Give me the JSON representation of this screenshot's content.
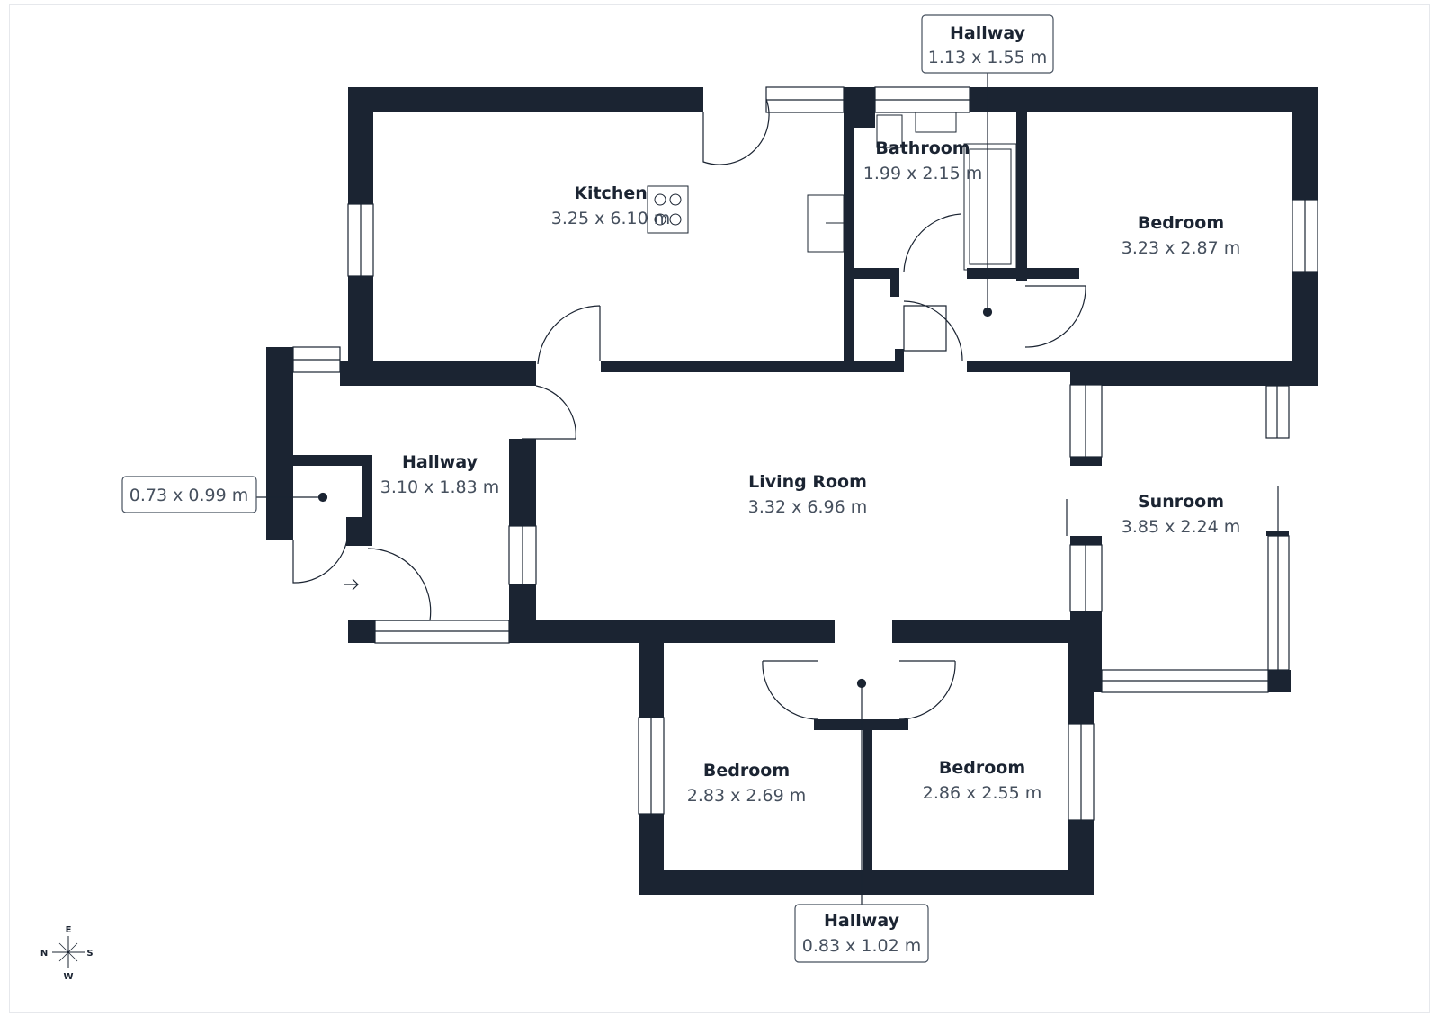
{
  "colors": {
    "wall": "#1b2432",
    "text": "#1b2432",
    "dim_text": "#46505e",
    "background": "#ffffff",
    "label_border": "#46505e"
  },
  "rooms": {
    "kitchen": {
      "name": "Kitchen",
      "dims": "3.25 x 6.10 m"
    },
    "bathroom": {
      "name": "Bathroom",
      "dims": "1.99 x 2.15 m"
    },
    "bedroom_top": {
      "name": "Bedroom",
      "dims": "3.23 x 2.87 m"
    },
    "hallway_left": {
      "name": "Hallway",
      "dims": "3.10 x 1.83 m"
    },
    "living_room": {
      "name": "Living Room",
      "dims": "3.32 x 6.96 m"
    },
    "sunroom": {
      "name": "Sunroom",
      "dims": "3.85 x 2.24 m"
    },
    "bedroom_left": {
      "name": "Bedroom",
      "dims": "2.83 x 2.69 m"
    },
    "bedroom_right": {
      "name": "Bedroom",
      "dims": "2.86 x 2.55 m"
    }
  },
  "callouts": {
    "hallway_top": {
      "name": "Hallway",
      "dims": "1.13 x 1.55 m"
    },
    "hallway_bottom": {
      "name": "Hallway",
      "dims": "0.83 x 1.02 m"
    },
    "closet": {
      "dims": "0.73 x 0.99 m"
    }
  },
  "compass": {
    "north": "N",
    "east": "E",
    "south": "S",
    "west": "W"
  }
}
